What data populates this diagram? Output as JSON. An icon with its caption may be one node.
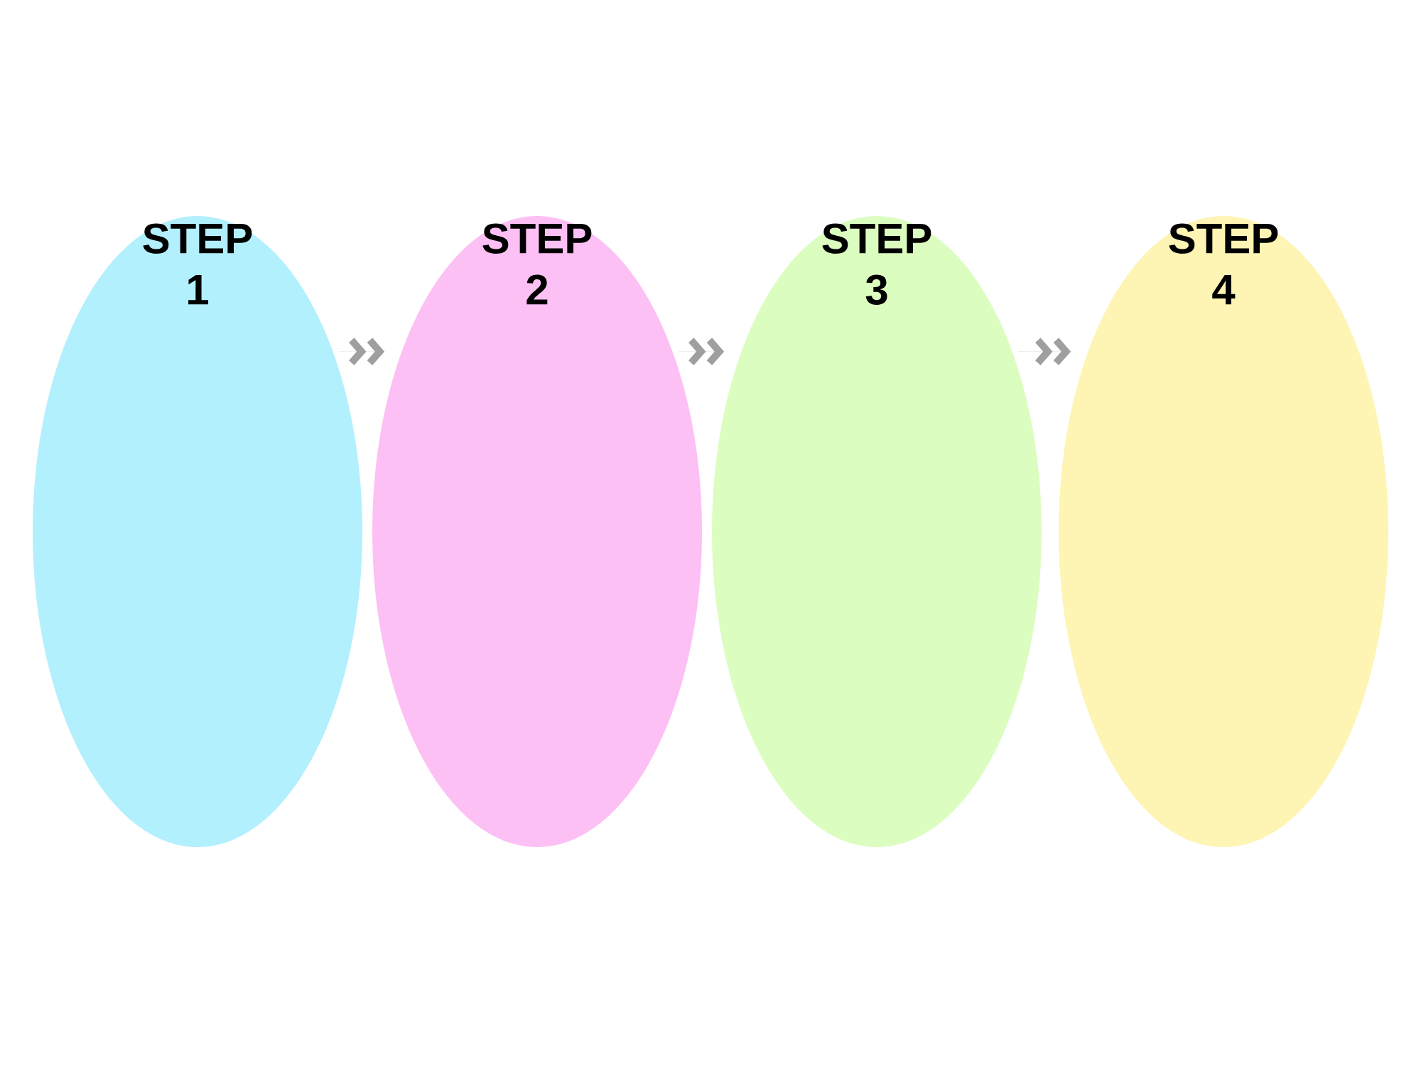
{
  "diagram": {
    "nodes": [
      {
        "text": [
          "STEP 1"
        ]
      },
      {
        "text": [
          "STEP 2"
        ]
      },
      {
        "text": [
          "STEP 3"
        ]
      },
      {
        "text": [
          "STEP 4"
        ]
      }
    ],
    "edges": [
      {
        "from": 0,
        "to": 1,
        "arrow": "to"
      },
      {
        "from": 1,
        "to": 2,
        "arrow": "to"
      },
      {
        "from": 2,
        "to": 3,
        "arrow": "to"
      }
    ]
  }
}
